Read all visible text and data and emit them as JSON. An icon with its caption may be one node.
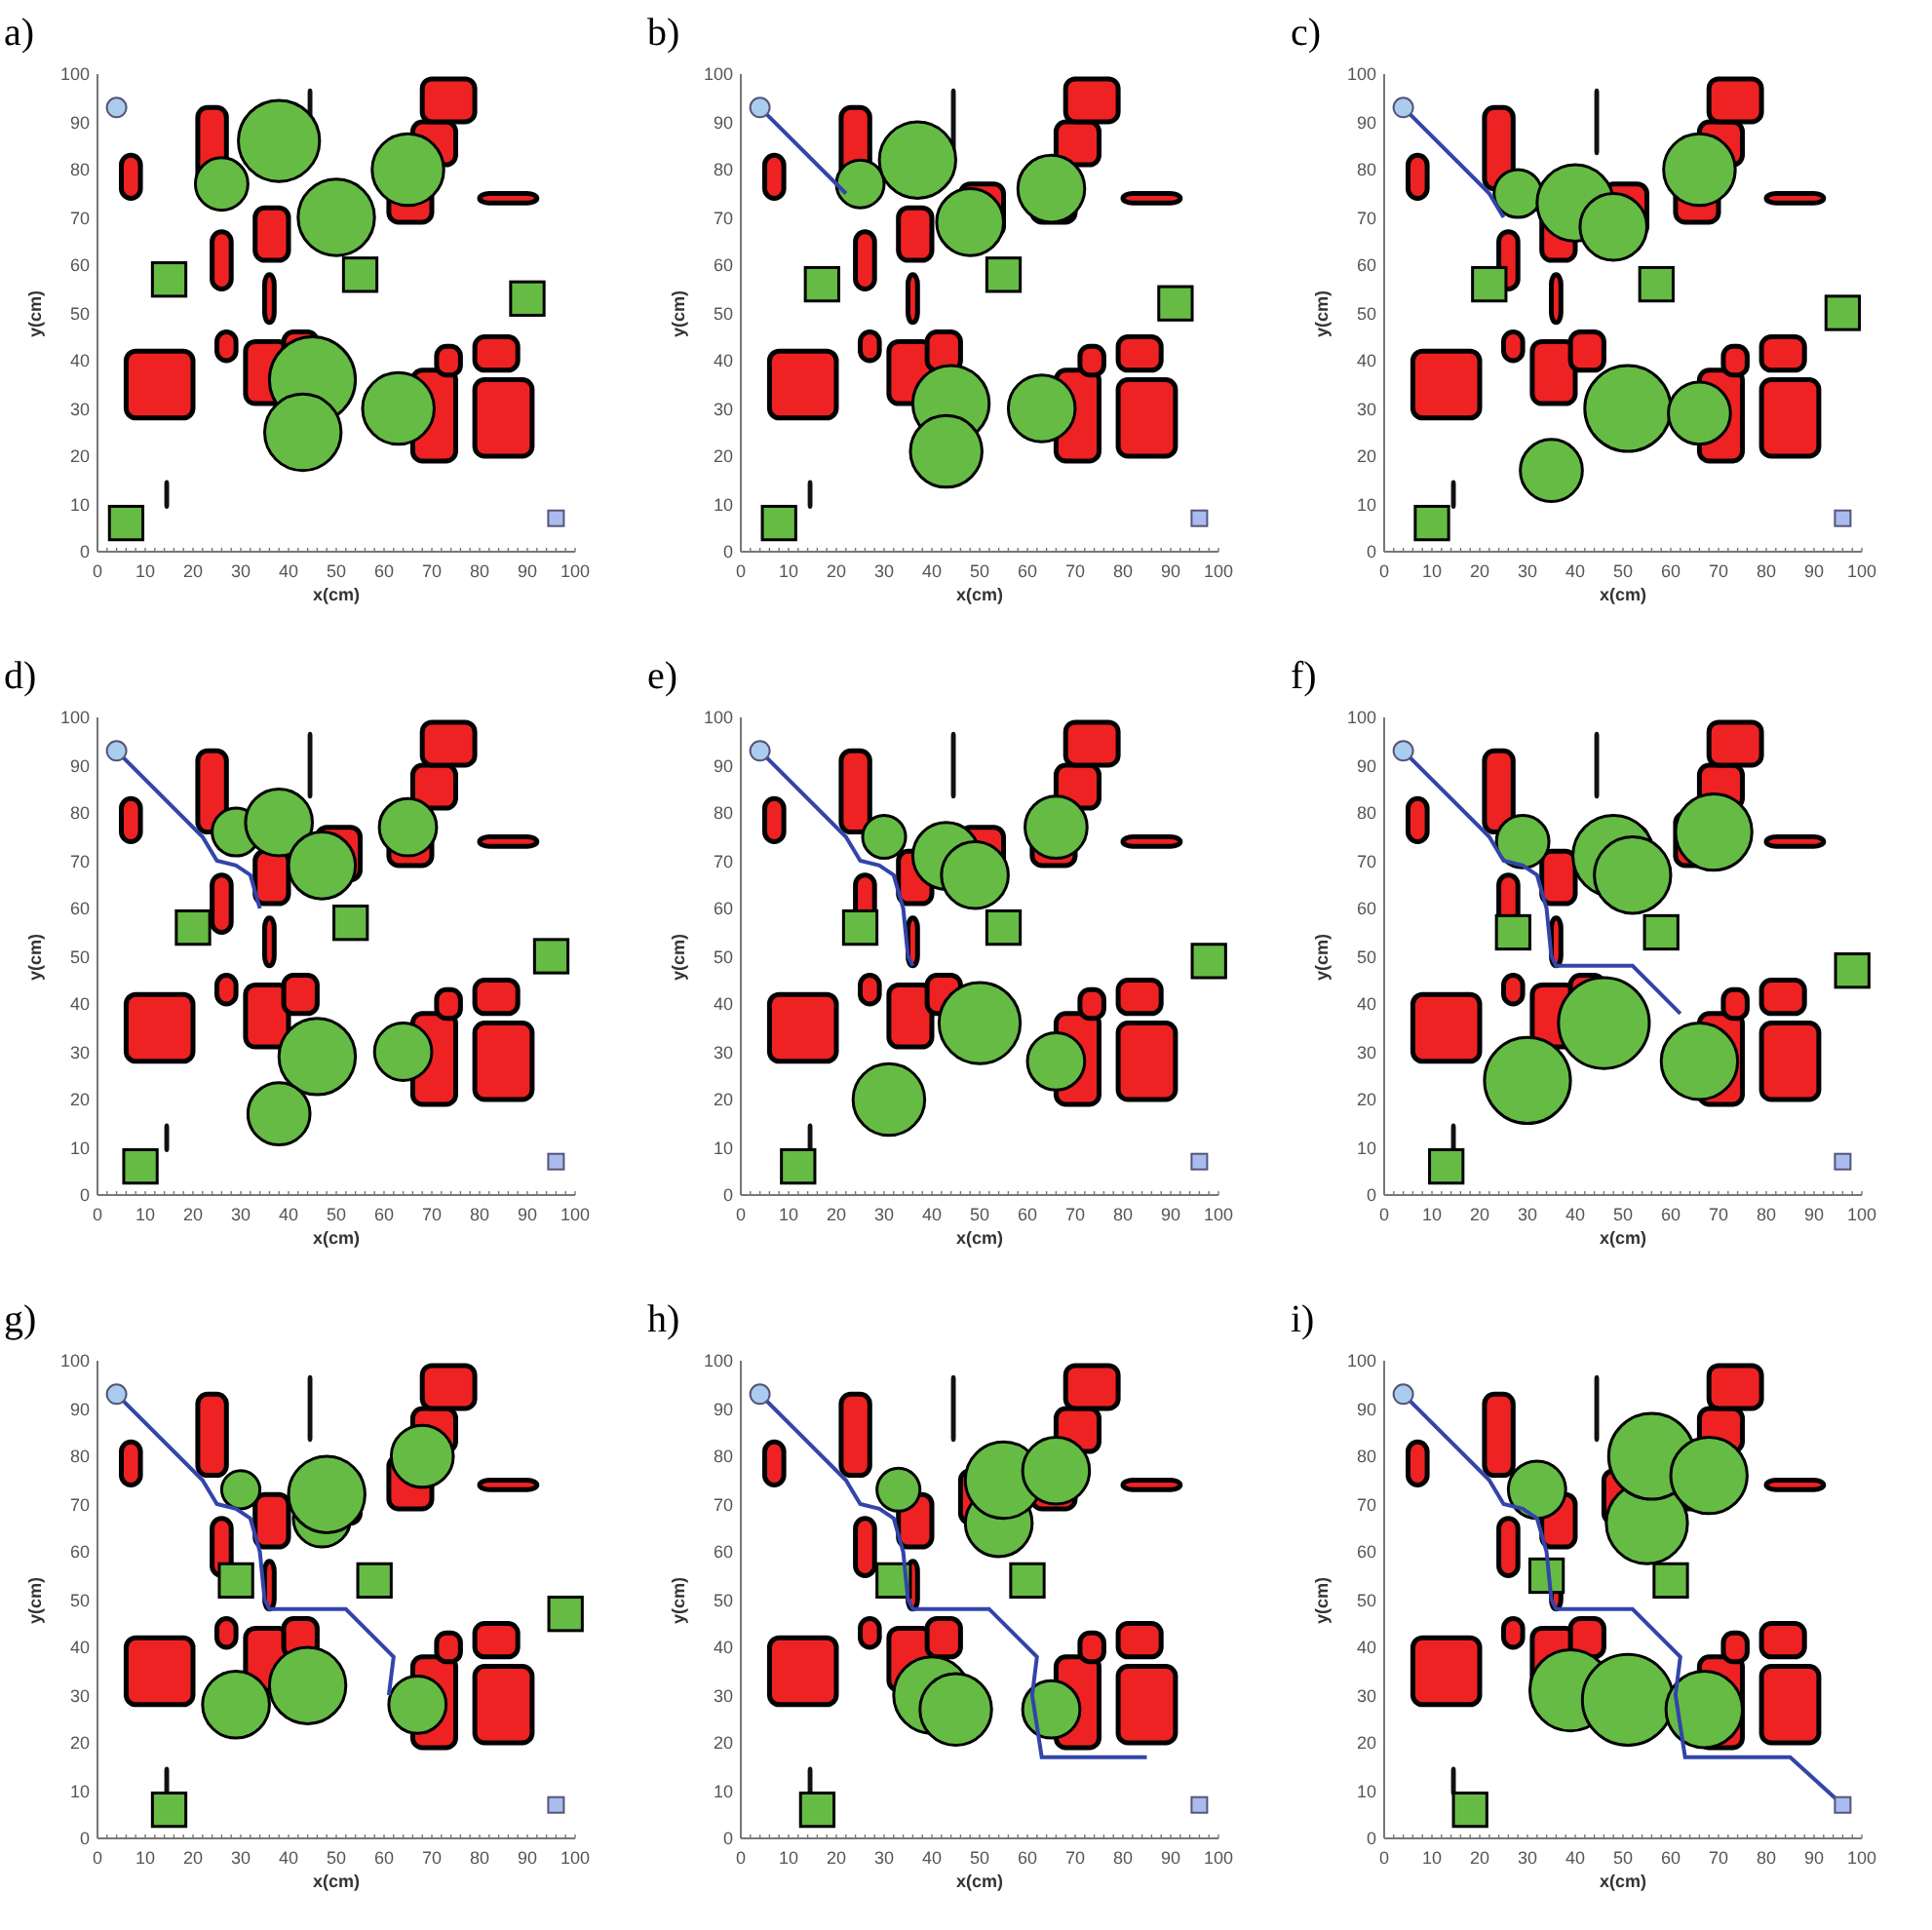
{
  "diagram": {
    "labels": [
      "a)",
      "100",
      "90",
      "80",
      "70",
      "60",
      "50",
      "40",
      "30",
      "20",
      "10",
      "0",
      "y(cm)",
      "0",
      "10",
      "20",
      "30",
      "40",
      "50",
      "60",
      "70",
      "80",
      "90",
      "100",
      "x(cm)",
      "b)",
      "100",
      "90",
      "80",
      "70",
      "60",
      "50",
      "40",
      "30",
      "20",
      "10",
      "0",
      "y(cm)",
      "0",
      "10",
      "20",
      "30",
      "40",
      "50",
      "60",
      "70",
      "80",
      "90",
      "100",
      "x(cm)",
      "c)",
      "100",
      "90",
      "80",
      "70",
      "60",
      "50",
      "40",
      "30",
      "20",
      "10",
      "0",
      "y(cm)",
      "0",
      "10",
      "20",
      "30",
      "40",
      "50",
      "60",
      "70",
      "80",
      "90",
      "100",
      "x(cm)",
      "d)",
      "100",
      "90",
      "80",
      "70",
      "60",
      "50",
      "40",
      "30",
      "20",
      "10",
      "0",
      "y(cm)",
      "0",
      "10",
      "20",
      "30",
      "40",
      "50",
      "60",
      "70",
      "80",
      "90",
      "100",
      "x(cm)",
      "e)",
      "100",
      "90",
      "80",
      "70",
      "60",
      "50",
      "40",
      "30",
      "20",
      "10",
      "0",
      "y(cm)",
      "0",
      "10",
      "20",
      "30",
      "40",
      "50",
      "60",
      "70",
      "80",
      "90",
      "100",
      "x(cm)",
      "f)",
      "100",
      "90",
      "80",
      "70",
      "60",
      "50",
      "40",
      "30",
      "20",
      "10",
      "0",
      "y(cm)",
      "0",
      "10",
      "20",
      "30",
      "40",
      "50",
      "60",
      "70",
      "80",
      "90",
      "100",
      "x(cm)",
      "g)",
      "100",
      "90",
      "80",
      "70",
      "60",
      "50",
      "40",
      "30",
      "20",
      "10",
      "0",
      "y(cm)",
      "0",
      "10",
      "20",
      "30",
      "40",
      "50",
      "60",
      "70",
      "80",
      "90",
      "100",
      "x(cm)",
      "h)",
      "100",
      "90",
      "80",
      "70",
      "60",
      "50",
      "40",
      "30",
      "20",
      "10",
      "0",
      "y(cm)",
      "0",
      "10",
      "20",
      "30",
      "40",
      "50",
      "60",
      "70",
      "80",
      "90",
      "100",
      "x(cm)",
      "i)",
      "100",
      "90",
      "80",
      "70",
      "60",
      "50",
      "40",
      "30",
      "20",
      "10",
      "0",
      "y(cm)",
      "0",
      "10",
      "20",
      "30",
      "40",
      "50",
      "60",
      "70",
      "80",
      "90",
      "100",
      "x(cm)"
    ]
  }
}
